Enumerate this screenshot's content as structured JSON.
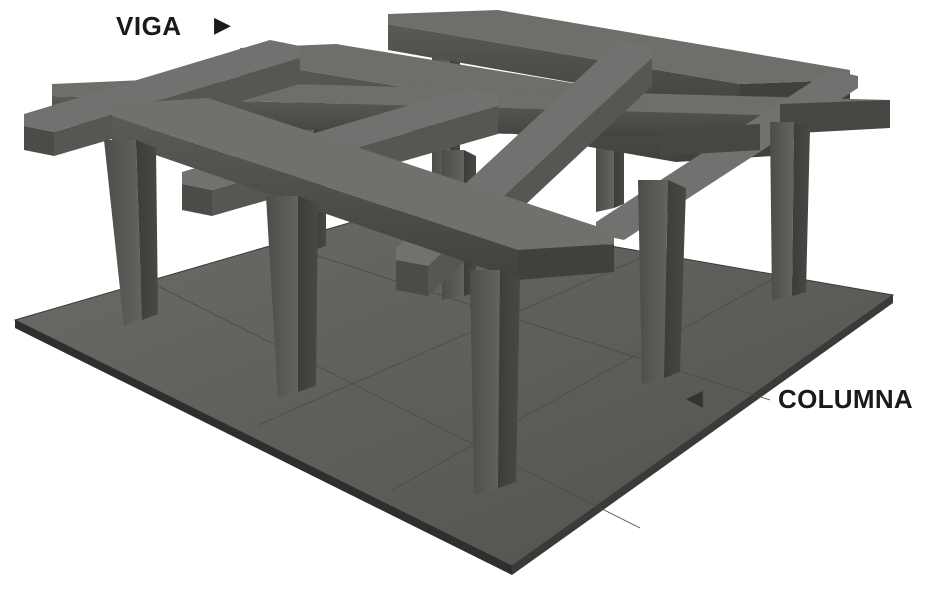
{
  "labels": {
    "beam": "VIGA",
    "column": "COLUMNA"
  },
  "icons": {
    "beam_pointer": "right-triangle-arrow",
    "column_pointer": "left-triangle-arrow"
  },
  "colors": {
    "slab_top": "#5c5e5a",
    "slab_edge": "#3a3b39",
    "beam_top": "#6b6d69",
    "beam_side": "#4a4c48",
    "beam_dark": "#3b3d39",
    "column_front": "#565854",
    "column_side": "#3f413d"
  }
}
